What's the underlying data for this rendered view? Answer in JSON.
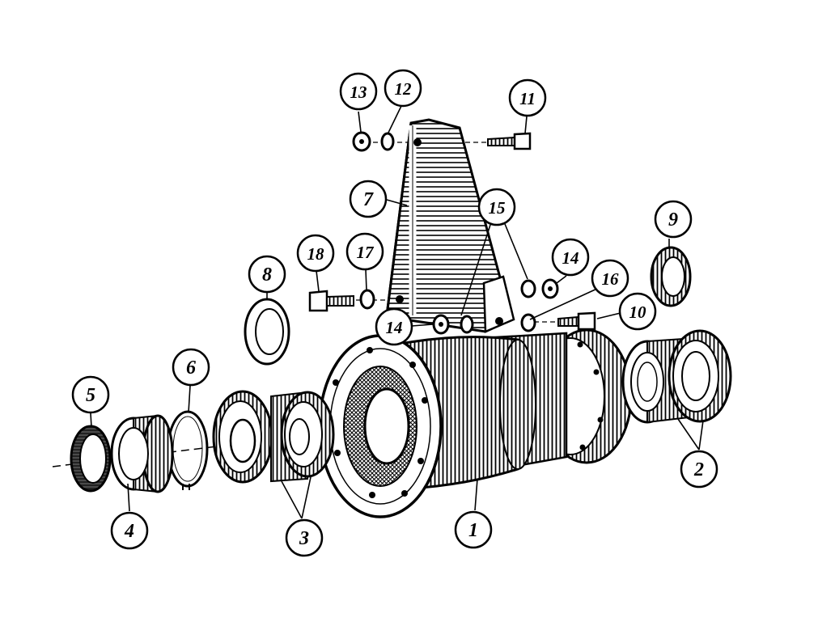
{
  "diagram": {
    "callouts": [
      {
        "id": "c13",
        "label": "13"
      },
      {
        "id": "c12",
        "label": "12"
      },
      {
        "id": "c11",
        "label": "11"
      },
      {
        "id": "c7",
        "label": "7"
      },
      {
        "id": "c15",
        "label": "15"
      },
      {
        "id": "c9",
        "label": "9"
      },
      {
        "id": "c18",
        "label": "18"
      },
      {
        "id": "c17",
        "label": "17"
      },
      {
        "id": "c14a",
        "label": "14"
      },
      {
        "id": "c16",
        "label": "16"
      },
      {
        "id": "c8",
        "label": "8"
      },
      {
        "id": "c14b",
        "label": "14"
      },
      {
        "id": "c10",
        "label": "10"
      },
      {
        "id": "c6",
        "label": "6"
      },
      {
        "id": "c5",
        "label": "5"
      },
      {
        "id": "c2",
        "label": "2"
      },
      {
        "id": "c4",
        "label": "4"
      },
      {
        "id": "c3",
        "label": "3"
      },
      {
        "id": "c1",
        "label": "1"
      }
    ]
  }
}
